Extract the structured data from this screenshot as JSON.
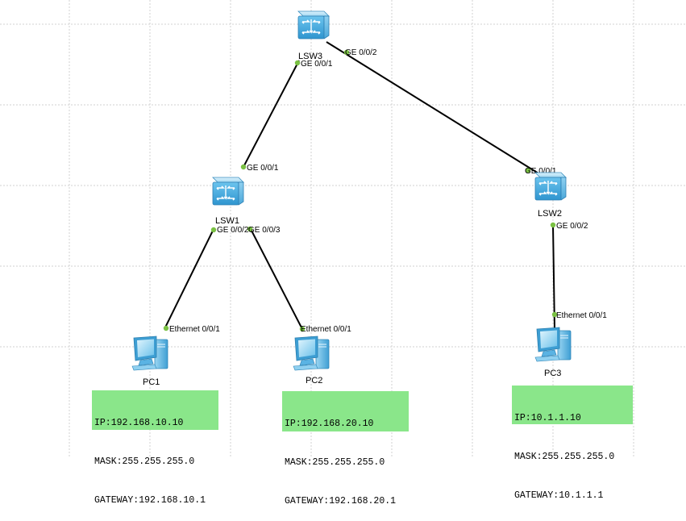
{
  "devices": {
    "lsw3": {
      "name": "LSW3",
      "type": "switch"
    },
    "lsw1": {
      "name": "LSW1",
      "type": "switch"
    },
    "lsw2": {
      "name": "LSW2",
      "type": "switch"
    },
    "pc1": {
      "name": "PC1",
      "type": "pc"
    },
    "pc2": {
      "name": "PC2",
      "type": "pc"
    },
    "pc3": {
      "name": "PC3",
      "type": "pc"
    }
  },
  "links": [
    {
      "id": "lsw3-lsw1",
      "a_port": "GE 0/0/1",
      "b_port": "GE 0/0/1"
    },
    {
      "id": "lsw3-lsw2",
      "a_port": "GE 0/0/2",
      "b_port": "GE 0/0/1"
    },
    {
      "id": "lsw1-pc1",
      "a_port": "GE 0/0/2",
      "b_port": "Ethernet 0/0/1"
    },
    {
      "id": "lsw1-pc2",
      "a_port": "GE 0/0/3",
      "b_port": "Ethernet 0/0/1"
    },
    {
      "id": "lsw2-pc3",
      "a_port": "GE 0/0/2",
      "b_port": "Ethernet 0/0/1"
    }
  ],
  "pc_info": {
    "pc1": {
      "ip": "IP:192.168.10.10",
      "mask": "MASK:255.255.255.0",
      "gateway": "GATEWAY:192.168.10.1"
    },
    "pc2": {
      "ip": "IP:192.168.20.10",
      "mask": "MASK:255.255.255.0",
      "gateway": "GATEWAY:192.168.20.1"
    },
    "pc3": {
      "ip": "IP:10.1.1.10",
      "mask": "MASK:255.255.255.0",
      "gateway": "GATEWAY:10.1.1.1"
    }
  },
  "colors": {
    "info_box": "#8ae68a",
    "port_dot": "#7ac143",
    "link": "#000000",
    "grid": "#d2d2d2",
    "switch_body": "#4fb6e8"
  }
}
